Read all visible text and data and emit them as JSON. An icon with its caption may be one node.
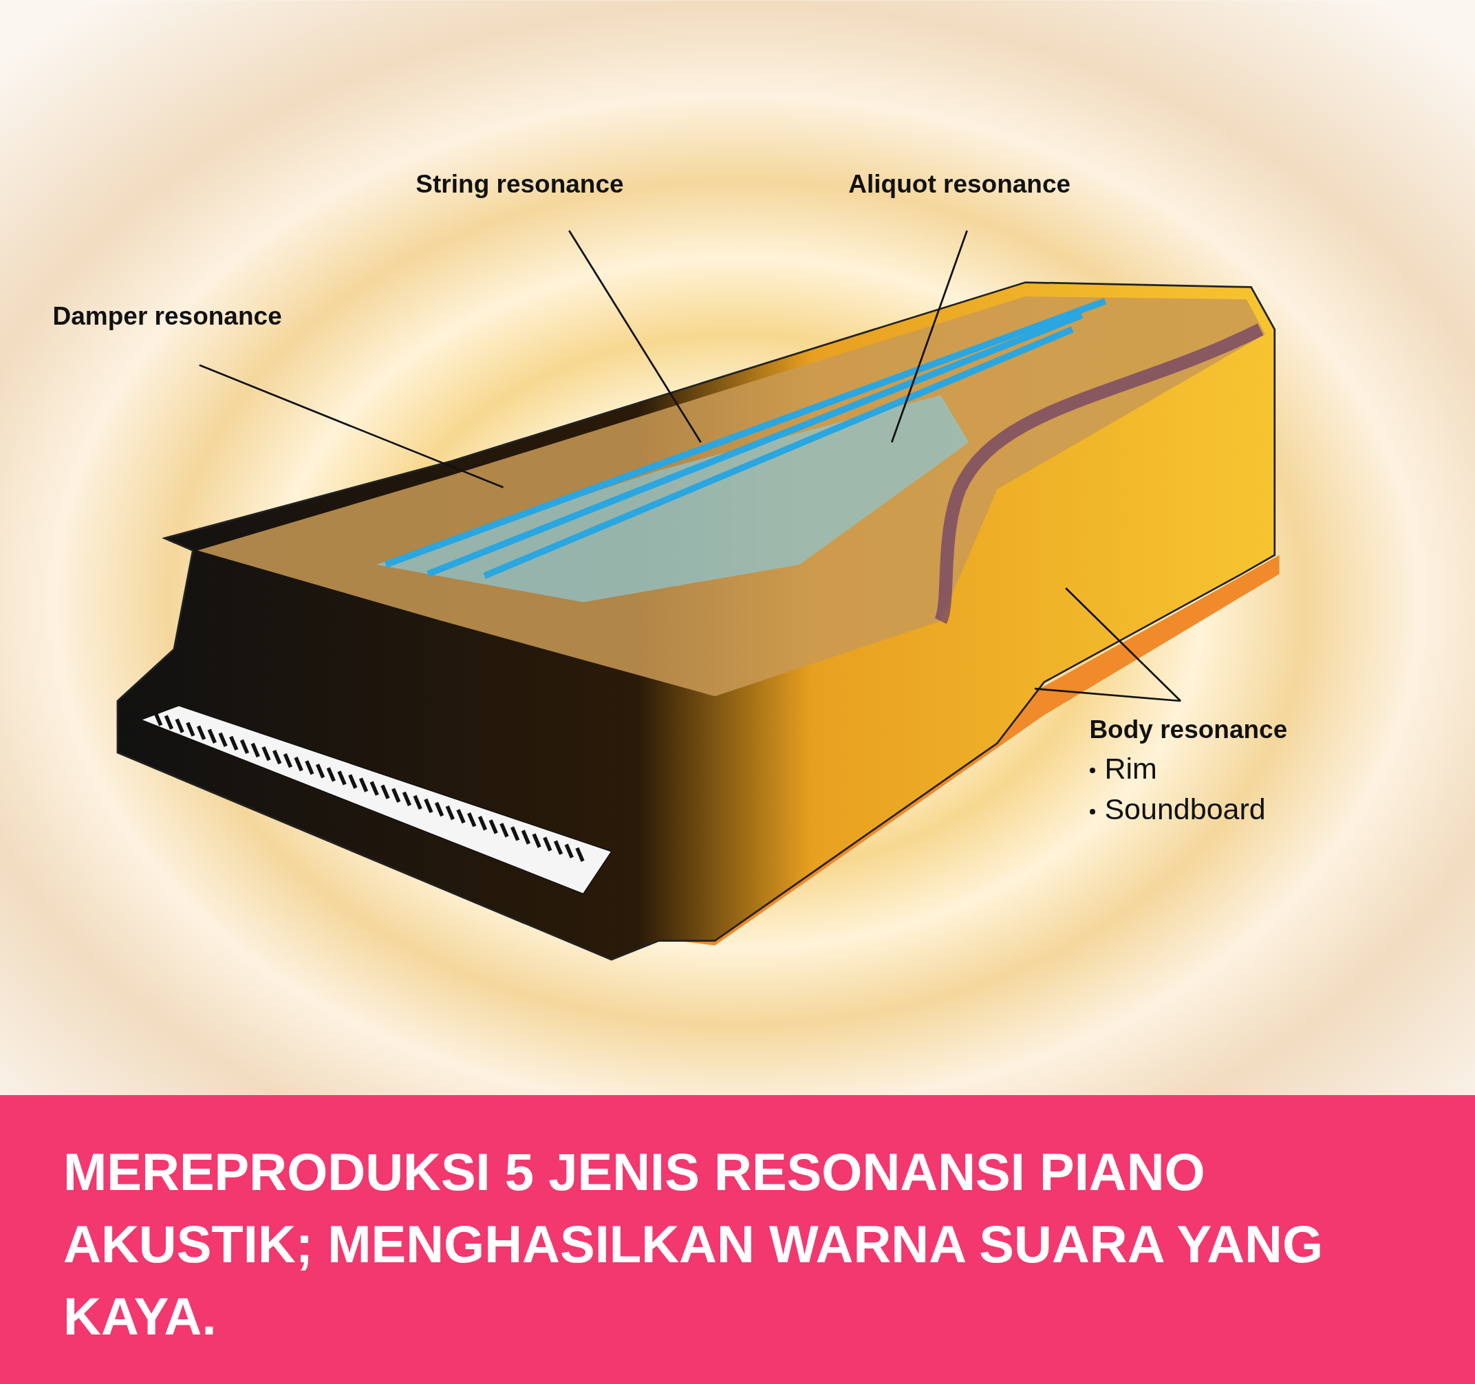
{
  "diagram": {
    "caption": "MEREPRODUKSI 5 JENIS RESONANSI PIANO AKUSTIK; MENGHASILKAN WARNA SUARA YANG KAYA.",
    "nodes": [
      {
        "text": [
          "String resonance"
        ]
      },
      {
        "text": [
          "Aliquot resonance"
        ]
      },
      {
        "text": [
          "Damper resonance"
        ]
      },
      {
        "text": [
          "Body resonance",
          "Rim",
          "Soundboard"
        ]
      }
    ],
    "edges": [
      {
        "from": 0,
        "to": null,
        "arrow": "none"
      },
      {
        "from": 1,
        "to": null,
        "arrow": "none"
      },
      {
        "from": 2,
        "to": null,
        "arrow": "none"
      },
      {
        "from": 3,
        "to": null,
        "arrow": "none"
      },
      {
        "from": 3,
        "to": null,
        "arrow": "none"
      }
    ]
  }
}
